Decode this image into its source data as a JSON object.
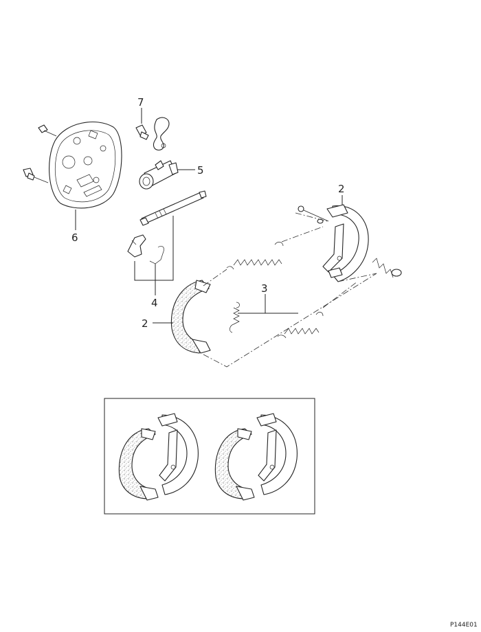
{
  "diagram": {
    "callouts": [
      "7",
      "5",
      "6",
      "4",
      "2",
      "2",
      "3"
    ],
    "figure_code": "P144E01"
  }
}
